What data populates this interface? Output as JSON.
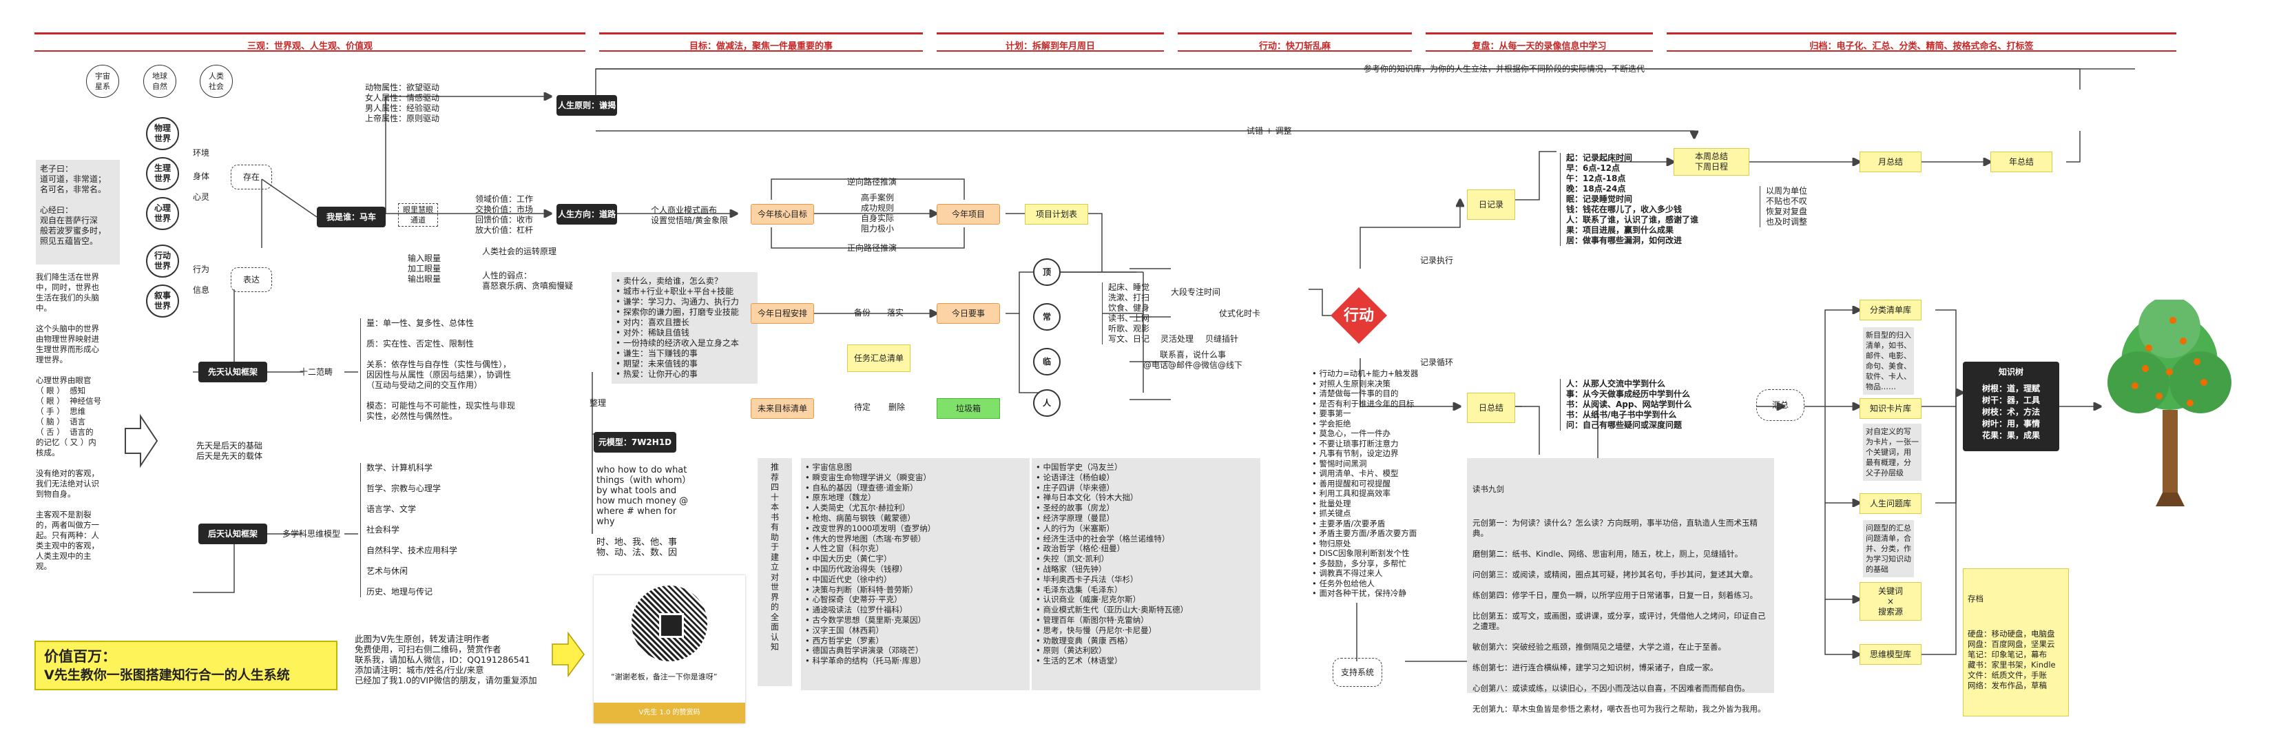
{
  "sections": [
    "三观：世界观、人生观、价值观",
    "目标：做减法，聚焦一件最重要的事",
    "计划：拆解到年月周日",
    "行动：快刀斩乱麻",
    "复盘：从每一天的录像信息中学习",
    "归档：电子化、汇总、分类、精简、按格式命名、打标签"
  ],
  "top_feedback": "参考你的知识库，为你的人生立法，并根据你不同阶段的实际情况，不断迭代",
  "trial_adjust": "试错 + 调整",
  "circles_top": [
    "宇宙\n星系",
    "地球\n自然",
    "人类\n社会"
  ],
  "worlds": [
    "物理\n世界",
    "生理\n世界",
    "心理\n世界",
    "行动\n世界",
    "叙事\n世界"
  ],
  "world_links": [
    "环境",
    "身体",
    "心灵",
    "行为",
    "信息"
  ],
  "exist": "存在",
  "express": "表达",
  "laozi": "老子曰：\n道可道，非常道；\n名可名，非常名。\n\n心经曰：\n观自在菩萨行深\n般若波罗蜜多时，\n照见五蕴皆空。",
  "left_note": "我们降生活在世界\n中，同时，世界也\n生活在我们的头脑\n中。\n\n这个头脑中的世界\n由物理世界映射进\n生理世界而形成心\n理世界。\n\n心理世界由眼官\n（ 眼 ）  感知\n（ 眼 ）  神经信号\n（ 手 ）  思维\n（ 脑 ）  语言\n（ 舌 ）  语言的\n的记忆（ 又 ）内\n核成。\n\n没有绝对的客观，\n我们无法绝对认识\n到物自身。\n\n主客观不是割裂\n的，两者叫做方一\n起。只有两种：人\n类主观中的客观，\n人类主观中的主\n观。",
  "who_am_i": "我是谁：马车",
  "hui": "眼里慧眼\n通道",
  "io": "输入眼量\n加工眼量\n输出眼量",
  "attrs": "动物属性：欲望驱动\n女人属性：情感驱动\n男人属性：经验驱动\n上帝属性：原则驱动",
  "life_principle": "人生原则：谦揭",
  "values": "领域价值：工作\n交换价值：市场\n回馈价值：收市\n放大价值：杠杆",
  "social_rule": "人类社会的运转原理",
  "human_weak": "人性的弱点：\n喜怒衰乐病、贪嗔痴慢疑",
  "direction": "人生方向：道路",
  "business_model": "个人商业模式画布\n设置觉悟暗/黄金象限",
  "year_core": "今年核心目标",
  "year_project": "今年项目",
  "project_plan": "项目计划表",
  "reverse_path": "逆向路径推演",
  "forward_path": "正向路径推演",
  "cases": "高手案例\n成功规则\n自身实际\n阻力极小",
  "thinking": "• 卖什么，卖给谁，怎么卖？\n• 城市+行业+职业+平台+技能\n• 谦学：学习力、沟通力、执行力\n• 探索你的谦力圈，打磨专业技能\n• 对内：喜欢且擅长\n• 对外：稀缺且值钱\n• 一份持续的经济收入是立身之本\n• 谦生：当下赚钱的事\n• 期望：未来值钱的事\n• 热爱：让你开心的事",
  "year_schedule": "今年日程安排",
  "today_top": "今日要事",
  "archive": "备份",
  "implement": "落实",
  "task_list": "任务汇总清单",
  "future_list": "未来目标清单",
  "pending": "待定",
  "trash": "垃圾箱",
  "delete": "删除",
  "organize": "整理",
  "ops": [
    "顶",
    "常",
    "临",
    "人"
  ],
  "daily": "起床、睡觉\n洗漱、打扫\n饮食、健身\n读书、上网\n听歌、观影\n写文、日记",
  "large_time": "大段专注时间",
  "fragment": "灵活处理",
  "rest": "贝缝插针",
  "check_note": "联系喜，说什么事\n@电话@邮件@微信@线下",
  "sched_todo": "仗式化时卡",
  "action": "行动",
  "action_list": "• 行动力=动机+能力+触发器\n• 对照人生原则来决策\n• 清楚做每一件事的目的\n• 是否有利于推进今年的目标\n• 要事第一\n• 学会拒绝\n• 莫急心，一件一件办\n• 不要让琐事打断注意力\n• 凡事有节制，设定边界\n• 警惕时间黑洞\n• 调用清单、卡片、模型\n• 善用提醒和可视提醒\n• 利用工具和提高效率\n• 批量处理\n• 抓关键点\n• 主要矛盾/次要矛盾\n• 矛盾主要方面/矛盾次要方面\n• 物归原处\n• DISC因象限利断割发个性\n• 多鼓励，多分享，多帮忙\n• 调教真不得过来人\n• 任务外包给他人\n• 面对各种干扰，保持冷静",
  "record_exec": "记录执行",
  "record_cycle": "记录循环",
  "daily_record": "日记录",
  "daily_summary": "日总结",
  "summary_circle": "汇总",
  "support": "支持系统",
  "daily_log": "起：记录起床时间\n早：6点-12点\n午：12点-18点\n晚：18点-24点\n眠：记录睡觉时间\n钱：钱花在哪儿了，收入多少钱\n人：联系了谁，认识了谁，感谢了谁\n果：项目进展，赢到什么成果\n居：做事有哪些漏洞，如何改进",
  "daily_sum_list": "人：从那人交流中学到什么\n事：从今天做事成经历中学到什么\n书：从阅读、App、网站学到什么\n书：从纸书/电子书中学到什么\n问：自己有哪些疑问或深度问题",
  "week": "本周总结\n下周日程",
  "month": "月总结",
  "year": "年总结",
  "week_note": "以周为单位\n不贴也不叹\n恢复对复盘\n也及时调整",
  "methods_head": "读书九剑",
  "methods": "元创第一：为何读？读什么？怎么读？方向既明，事半功倍，直轨造人生而术玉精典。\n\n磨刨第二：纸书、Kindle、网络、思宙利用，随五，枕上，厕上，见缝插针。\n\n问创第三：或阅读，或精阅，圈点其可疑，拷抄其名句，手抄其问，复述其大章。\n\n练创第四：修学千日，厘负一瞬，以所学应用于日常诸事，日复一日，刻着练习。\n\n比创第五：或写文，或画图，或讲课，或分享，或评讨，凭借他人之烤问，印证自己之遭理。\n\n敏创第六：突破经验之瓶颈，推倒隔见之墙壁，大学之道，在止于至善。\n\n练创第七：进行连合横纵棒，建学习之知识树，博采诸子，自成一家。\n\n心创第八：或读或练，以读旧心，不因小而茂沽以自喜，不因难者而而郁自伤。\n\n无创第九：草木虫鱼皆是参悟之素材，嘲衣吾也可为我行之帮助，我之外皆为我用。",
  "prior": "先天认知框架",
  "post": "后天认知框架",
  "twelve": "十二范畴",
  "multi": "多学科思维模型",
  "prior_items": "量：单一性、复多性、总体性\n\n质：实在性、否定性、限制性\n\n关系：依存性与自存性（实性与偶性），\n因因性与从属性（原因与结果），协调性\n（互动与受动之间的交互作用）\n\n模态：可能性与不可能性，现实性与非现\n实性，必然性与偶然性。",
  "post_items": "数学、计算机科学\n\n哲学、宗教与心理学\n\n语言学、文学\n\n社会科学\n\n自然科学、技术应用科学\n\n艺术与休闲\n\n历史、地理与传记",
  "arrow_note": "先天是后天的基础\n后天是先天的载体",
  "meta_model": "元模型：7W2H1D",
  "meta_desc": "who how to do what\nthings（with whom）\nby what tools and\nhow much money @\nwhere # when for\nwhy\n\n时、地、我、他、事\n物、动、法、数、因",
  "recommend": "推\n荐\n四\n十\n本\n书\n有\n助\n于\n建\n立\n对\n世\n界\n的\n全\n面\n认\n知",
  "books1": "• 宇宙信息图\n• 瞬变宙生命物理学讲义（瞬变宙）\n• 自私的基因（理查德·道金斯）\n• 原东地理（魏龙）\n• 人类简史（尤瓦尔·赫拉利）\n• 枪炮、病菌与钢铁（戴蒙德）\n• 改变世界的1000项发明（查罗纳）\n• 伟大的世界地图（杰瑞·布罗顿）\n• 人性之窗（科尔克）\n• 中国大历史（黄仁宇）\n• 中国历代政治得失（钱穆）\n• 中国近代史（徐中约）\n• 决策与判断（斯科特·普劳斯）\n• 心智探奇（史蒂芬·平克）\n• 通途吸读法（拉罗什福科）\n• 古今数学思想（莫里斯·克莱因）\n• 汉字王国（林西莉）\n• 西方哲学史（罗素）\n• 德国古典哲学讲演录（邓晓芒）\n• 科学革命的结构（托马斯·库恩）",
  "books2": "• 中国哲学史（冯友兰）\n• 论语译注（杨伯峻）\n• 庄子四讲（毕来德）\n• 禅与日本文化（铃木大拙）\n• 圣经的故事（房龙）\n• 经济学原理（曼昆）\n• 人的行为（米塞斯）\n• 经济生活中的社会学（格兰诺维特）\n• 政治哲学（格伦·纽曼）\n• 失控（凯文·凯利）\n• 战略家（钮先钟）\n• 毕利奥西卡子兵法（华杉）\n• 毛泽东选集（毛泽东）\n• 认识商业（威廉·尼克尔斯）\n• 商业模式新生代（亚历山大·奥斯特瓦德）\n• 管理百年（斯图尔特·克雷纳）\n• 思考，快与慢（丹尼尔·卡尼曼）\n• 劝散理变典（黄康 西格）\n• 原则（黄达利欧）\n• 生活的艺术（林语堂）",
  "footer_note": "此图为V先生原创，转发请注明作者\n免费使用，可扫右侧二维码，赞赏作者\n联系我，请加私人微信，ID：QQ191286541\n添加请注明：城市/姓名/行业/来意\n已经加了我1.0的VIP微信的朋友，请勿重复添加",
  "headline1": "价值百万：",
  "headline2": "V先生教你一张图搭建知行合一的人生系统",
  "qr_caption": "“谢谢老板，备注一下你是谁呀”",
  "qr_bottom": "V先生 1.0 的赞赏码",
  "cats": [
    "分类清单库",
    "知识卡片库",
    "人生问题库",
    "关键词\n×\n搜索源",
    "思维模型库"
  ],
  "cat_notes": [
    "新目型的归入\n清单，如书、\n邮件、电影、\n命句、美食、\n软件、卡人、\n物品……",
    "对自定义的写\n为卡片，一张一\n个关键词，用\n最有概理，分\n父子孙层级",
    "问题型的汇总\n问题清单，合\n并、分类，作\n为学习知识动\n的基础"
  ],
  "knowledge": "知识树",
  "kt_lines": "树根：道，理赋\n树干：器，工具\n树枝：术，方法\n树叶：用，事情\n花果：果，成果",
  "storage_head": "存档",
  "storage": "硬盘：移动硬盘，电脑盘\n网盘：百度网盘，坚果云\n笔记：印象笔记，幕布\n藏书：家里书架，Kindle\n文件：纸质文件，手账\n网络：发布作品，草稿",
  "colors": {
    "red": "#c62828",
    "dark": "#262626",
    "orange": "#fbd3a4",
    "yellow": "#fdf7a6",
    "green": "#7fe06a"
  }
}
